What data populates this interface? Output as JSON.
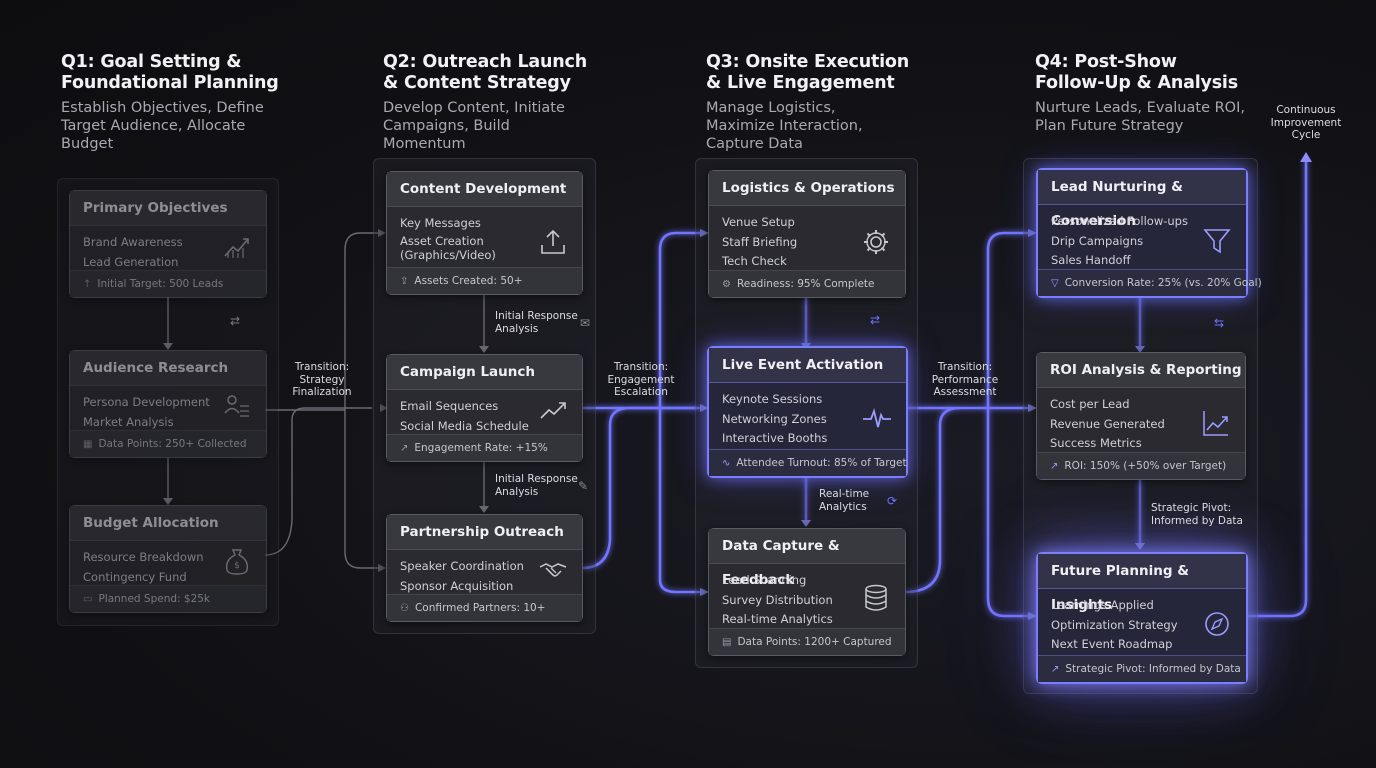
{
  "phases": [
    {
      "title": "Q1: Goal Setting &\nFoundational Planning",
      "subtitle": "Establish Objectives, Define\nTarget Audience, Allocate\nBudget"
    },
    {
      "title": "Q2: Outreach Launch\n& Content Strategy",
      "subtitle": "Develop Content, Initiate\nCampaigns, Build\nMomentum"
    },
    {
      "title": "Q3: Onsite Execution\n& Live Engagement",
      "subtitle": "Manage Logistics,\nMaximize Interaction,\nCapture Data"
    },
    {
      "title": "Q4: Post-Show\nFollow-Up & Analysis",
      "subtitle": "Nurture Leads, Evaluate ROI,\nPlan Future Strategy"
    }
  ],
  "cards": {
    "primary_objectives": {
      "title": "Primary Objectives",
      "items": [
        "Brand Awareness",
        "Lead Generation"
      ],
      "footer": "Initial Target: 500 Leads"
    },
    "audience_research": {
      "title": "Audience Research",
      "items": [
        "Persona Development",
        "Market Analysis"
      ],
      "footer": "Data Points: 250+ Collected"
    },
    "budget_allocation": {
      "title": "Budget Allocation",
      "items": [
        "Resource Breakdown",
        "Contingency Fund"
      ],
      "footer": "Planned Spend: $25k"
    },
    "content_development": {
      "title": "Content Development",
      "items": [
        "Key Messages",
        "Asset Creation\n(Graphics/Video)"
      ],
      "footer": "Assets Created: 50+"
    },
    "campaign_launch": {
      "title": "Campaign Launch",
      "items": [
        "Email Sequences",
        "Social Media Schedule"
      ],
      "footer": "Engagement Rate: +15%"
    },
    "partnership_outreach": {
      "title": "Partnership Outreach",
      "items": [
        "Speaker Coordination",
        "Sponsor Acquisition"
      ],
      "footer": "Confirmed Partners: 10+"
    },
    "logistics_operations": {
      "title": "Logistics & Operations",
      "items": [
        "Venue Setup",
        "Staff Briefing",
        "Tech Check"
      ],
      "footer": "Readiness: 95% Complete"
    },
    "live_event_activation": {
      "title": "Live Event Activation",
      "items": [
        "Keynote Sessions",
        "Networking Zones",
        "Interactive Booths"
      ],
      "footer": "Attendee Turnout: 85% of Target"
    },
    "data_capture_feedback": {
      "title": "Data Capture & Feedback",
      "items": [
        "Lead Scanning",
        "Survey Distribution",
        "Real-time Analytics"
      ],
      "footer": "Data Points: 1200+ Captured"
    },
    "lead_nurturing_conversion": {
      "title": "Lead Nurturing & Conversion",
      "items": [
        "Personalized Follow-ups",
        "Drip Campaigns",
        "Sales Handoff"
      ],
      "footer": "Conversion Rate: 25% (vs. 20% Goal)"
    },
    "roi_analysis_reporting": {
      "title": "ROI Analysis & Reporting",
      "items": [
        "Cost per Lead",
        "Revenue Generated",
        "Success Metrics"
      ],
      "footer": "ROI: 150% (+50% over Target)"
    },
    "future_planning_insights": {
      "title": "Future Planning & Insights",
      "items": [
        "Learnings Applied",
        "Optimization Strategy",
        "Next Event Roadmap"
      ],
      "footer": "Strategic Pivot: Informed by Data"
    }
  },
  "labels": {
    "transition_1": "Transition:\nStrategy\nFinalization",
    "transition_2": "Transition:\nEngagement\nEscalation",
    "transition_3": "Transition:\nPerformance\nAssessment",
    "initial_response_1": "Initial Response\nAnalysis",
    "initial_response_2": "Initial Response\nAnalysis",
    "realtime_analytics": "Real-time\nAnalytics",
    "strategic_pivot": "Strategic Pivot:\nInformed by Data",
    "continuous_improvement": "Continuous\nImprovement\nCycle"
  },
  "colors": {
    "background": "#121216",
    "accent_glow": "#7b7dff",
    "card_fill": "#2a2a30",
    "inactive_arrow": "#6a6a74"
  },
  "icons": [
    "growth-chart-icon",
    "persona-icon",
    "money-bag-icon",
    "upload-icon",
    "trend-arrow-icon",
    "handshake-icon",
    "gear-icon",
    "pulse-icon",
    "database-icon",
    "funnel-icon",
    "report-chart-icon",
    "compass-icon"
  ]
}
